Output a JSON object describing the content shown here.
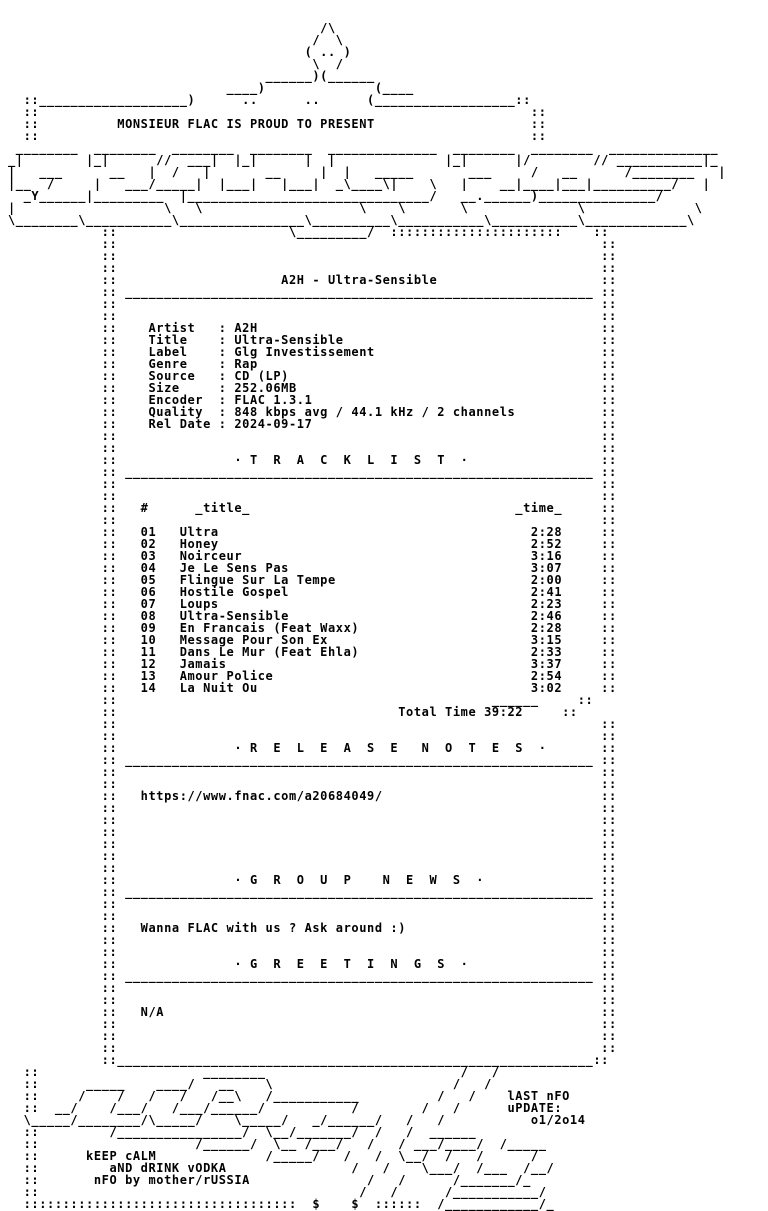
{
  "nfo": {
    "lines": [
      "                                        /\\",
      "                                       /  \\",
      "                                      ( .. )",
      "                                       \\  /",
      "                                 ______)(______",
      "                            ____)              (____",
      "  ::___________________)      ..      ..      (__________________::",
      "  ::                                                               ::",
      "  ::          MONSIEUR FLAC IS PROUD TO PRESENT                    ::",
      "  ::                                                               ::",
      " ________  ________  ________  ________  ______________  ________  ________  ______________",
      "_|        |_|      //  ___|  |_|      |  |              |_|      |/        // ___________|_",
      "|   ___      __   |  /   |       __     |  |   _____       ___     /   __      /________   |",
      "|__  /     |   ___/_____|  |___|   |___|  _\\____\\|    \\   |    __|____|___|__________/   |",
      "  _Y______|_________  |_______________________________/   __.______)_______________/",
      "|                   \\   \\                    \\    \\       \\              \\              \\",
      "\\________\\___________\\________________\\__________\\___________\\___________\\_____________\\",
      "            ::                      \\_________/  ::::::::::::::::::::::    ::",
      "            ::                                                              ::",
      "            ::                                                              ::",
      "            ::                                                              ::",
      "            ::                     A2H - Ultra-Sensible                     ::",
      "            :: ____________________________________________________________ ::",
      "            ::                                                              ::",
      "            ::                                                              ::",
      "            ::    Artist   : A2H                                            ::",
      "            ::    Title    : Ultra-Sensible                                 ::",
      "            ::    Label    : Glg Investissement                             ::",
      "            ::    Genre    : Rap                                            ::",
      "            ::    Source   : CD (LP)                                        ::",
      "            ::    Size     : 252.06MB                                       ::",
      "            ::    Encoder  : FLAC 1.3.1                                     ::",
      "            ::    Quality  : 848 kbps avg / 44.1 kHz / 2 channels           ::",
      "            ::    Rel Date : 2024-09-17                                     ::",
      "            ::                                                              ::",
      "            ::                                                              ::",
      "            ::               · T  R  A  C  K  L  I  S  T  ·                 ::",
      "            :: ____________________________________________________________ ::",
      "            ::                                                              ::",
      "            ::                                                              ::",
      "            ::   #      _title_                                  _time_     ::",
      "            ::                                                              ::",
      "            ::   01   Ultra                                        2:28     ::",
      "            ::   02   Honey                                        2:52     ::",
      "            ::   03   Noirceur                                     3:16     ::",
      "            ::   04   Je Le Sens Pas                               3:07     ::",
      "            ::   05   Flingue Sur La Tempe                         2:00     ::",
      "            ::   06   Hostile Gospel                               2:41     ::",
      "            ::   07   Loups                                        2:23     ::",
      "            ::   08   Ultra-Sensible                               2:46     ::",
      "            ::   09   En Francais (Feat Waxx)                      2:28     ::",
      "            ::   10   Message Pour Son Ex                          3:15     ::",
      "            ::   11   Dans Le Mur (Feat Ehla)                      2:33     ::",
      "            ::   12   Jamais                                       3:37     ::",
      "            ::   13   Amour Police                                 2:54     ::",
      "            ::   14   La Nuit Ou                                   3:02     ::",
      "            ::                                                ______     ::",
      "            ::                                    Total Time 39:22     ::",
      "            ::                                                              ::",
      "            ::                                                              ::",
      "            ::               · R  E  L  E  A  S  E   N  O  T  E  S  ·       ::",
      "            :: ____________________________________________________________ ::",
      "            ::                                                              ::",
      "            ::                                                              ::",
      "            ::   https://www.fnac.com/a20684049/                            ::",
      "            ::                                                              ::",
      "            ::                                                              ::",
      "            ::                                                              ::",
      "            ::                                                              ::",
      "            ::                                                              ::",
      "            ::                                                              ::",
      "            ::               · G  R  O  U  P    N  E  W  S  ·               ::",
      "            :: ____________________________________________________________ ::",
      "            ::                                                              ::",
      "            ::                                                              ::",
      "            ::   Wanna FLAC with us ? Ask around :)                         ::",
      "            ::                                                              ::",
      "            ::                                                              ::",
      "            ::               · G  R  E  E  T  I  N  G  S  ·                 ::",
      "            :: ____________________________________________________________ ::",
      "            ::                                                              ::",
      "            ::                                                              ::",
      "            ::   N/A                                                        ::",
      "            ::                                                              ::",
      "            ::                                                              ::",
      "            ::                                                              ::",
      "            ::_____________________________________________________________::",
      "  ::                     ________                         /   /",
      "  ::      _____    ____/   __    \\                       /   /",
      "  ::     /    /   /   /   /__\\   /___________          /   /    lAST nFO",
      "  ::  __/    /___/   /___/______/           /        /   /      uPDATE:",
      "  \\_____/________/\\_____/    \\_____/   _/______/   /   /           o1/2o14",
      "  ::         /________________/  \\__/_______/  /   /  ______",
      "  ::                    /______/  \\__ /___/   /   / ___/____/  /_____",
      "  ::      kEEP cALM              /_____/   /   /  \\__/  /   /      /",
      "  ::         aND dRINK vODKA                /   /    \\___/  /___  /__/",
      "  ::       nFO by mother/rUSSIA               /   /      /_______/_",
      "  ::                                         /   /      /___________/",
      "  :::::::::::::::::::::::::::::::::::  $    $  ::::::  /____________/_",
      "                                     .     ."
    ]
  }
}
